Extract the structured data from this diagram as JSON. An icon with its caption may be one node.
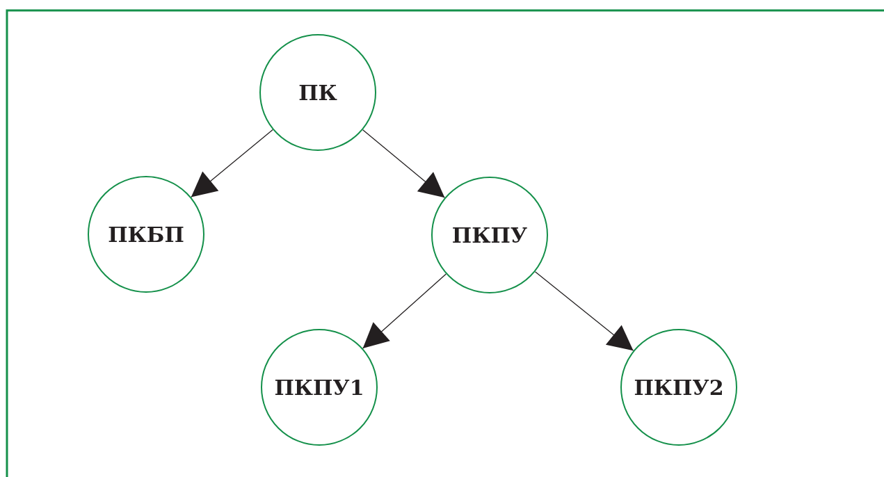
{
  "diagram": {
    "nodes": [
      {
        "text": [
          "ПК"
        ]
      },
      {
        "text": [
          "ПКБП"
        ]
      },
      {
        "text": [
          "ПКПУ"
        ]
      },
      {
        "text": [
          "ПКПУ1"
        ]
      },
      {
        "text": [
          "ПКПУ2"
        ]
      }
    ],
    "edges": [
      {
        "from": 0,
        "to": 1,
        "arrow": "to"
      },
      {
        "from": 0,
        "to": 2,
        "arrow": "to"
      },
      {
        "from": 2,
        "to": 3,
        "arrow": "to"
      },
      {
        "from": 2,
        "to": 4,
        "arrow": "to"
      }
    ]
  }
}
